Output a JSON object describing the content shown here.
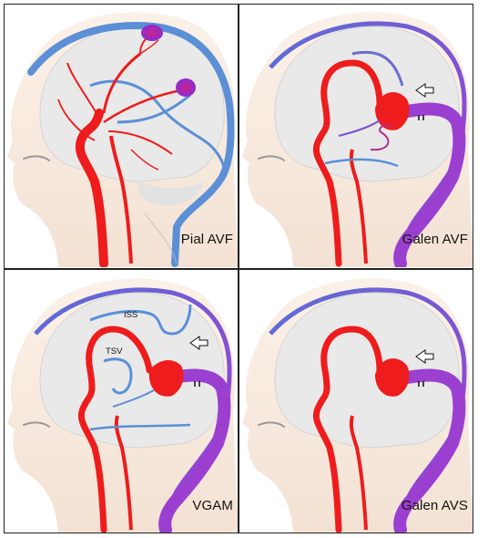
{
  "panels": [
    {
      "label": "Pial AVF"
    },
    {
      "label": "Galen AVF"
    },
    {
      "label": "VGAM",
      "annotations": [
        "ISS",
        "TSV"
      ]
    },
    {
      "label": "Galen AVS"
    }
  ],
  "colors": {
    "artery": "#ee1c1c",
    "vein_blue": "#5b8fd6",
    "vein_purple": "#9b3fd0",
    "brain": "#e6e6e6",
    "skin": "#f8ece2",
    "frame": "#222222"
  }
}
